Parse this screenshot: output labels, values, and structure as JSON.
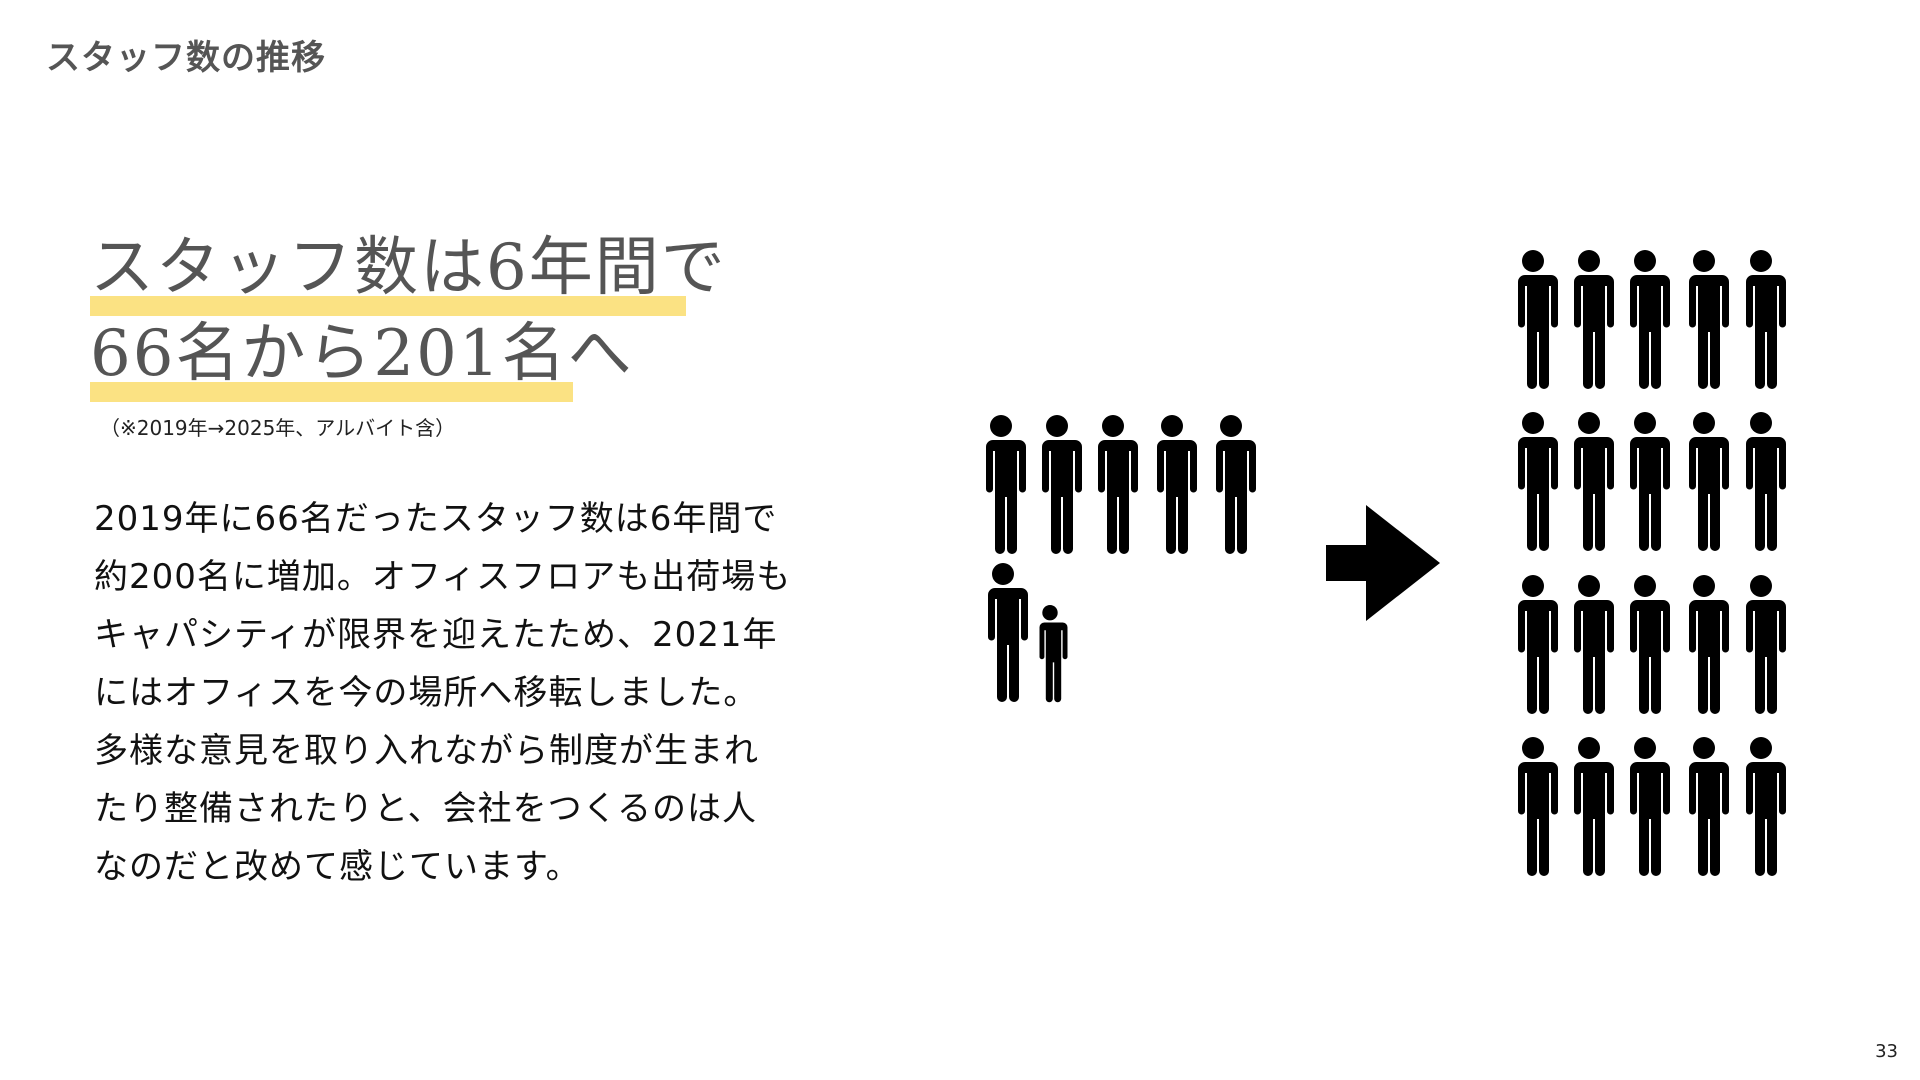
{
  "header": {
    "title": "スタッフ数の推移"
  },
  "headline": {
    "line1": "スタッフ数は6年間で",
    "line2": "66名から201名へ",
    "note": "（※2019年→2025年、アルバイト含）"
  },
  "body": {
    "lines": [
      "2019年に66名だったスタッフ数は6年間で",
      "約200名に増加。オフィスフロアも出荷場も",
      "キャパシティが限界を迎えたため、2021年",
      "にはオフィスを今の場所へ移転しました。",
      "多様な意見を取り入れながら制度が生まれ",
      "たり整備されたりと、会社をつくるのは人",
      "なのだと改めて感じています。"
    ]
  },
  "illustration": {
    "before_icons": "person-icon x5 + person-icon + small-person-icon",
    "arrow_icon": "arrow-right-icon",
    "after_icons": "person-icon x20",
    "icon_color": "#000000",
    "highlight_color": "#fbe283"
  },
  "footer": {
    "page_number": "33"
  }
}
